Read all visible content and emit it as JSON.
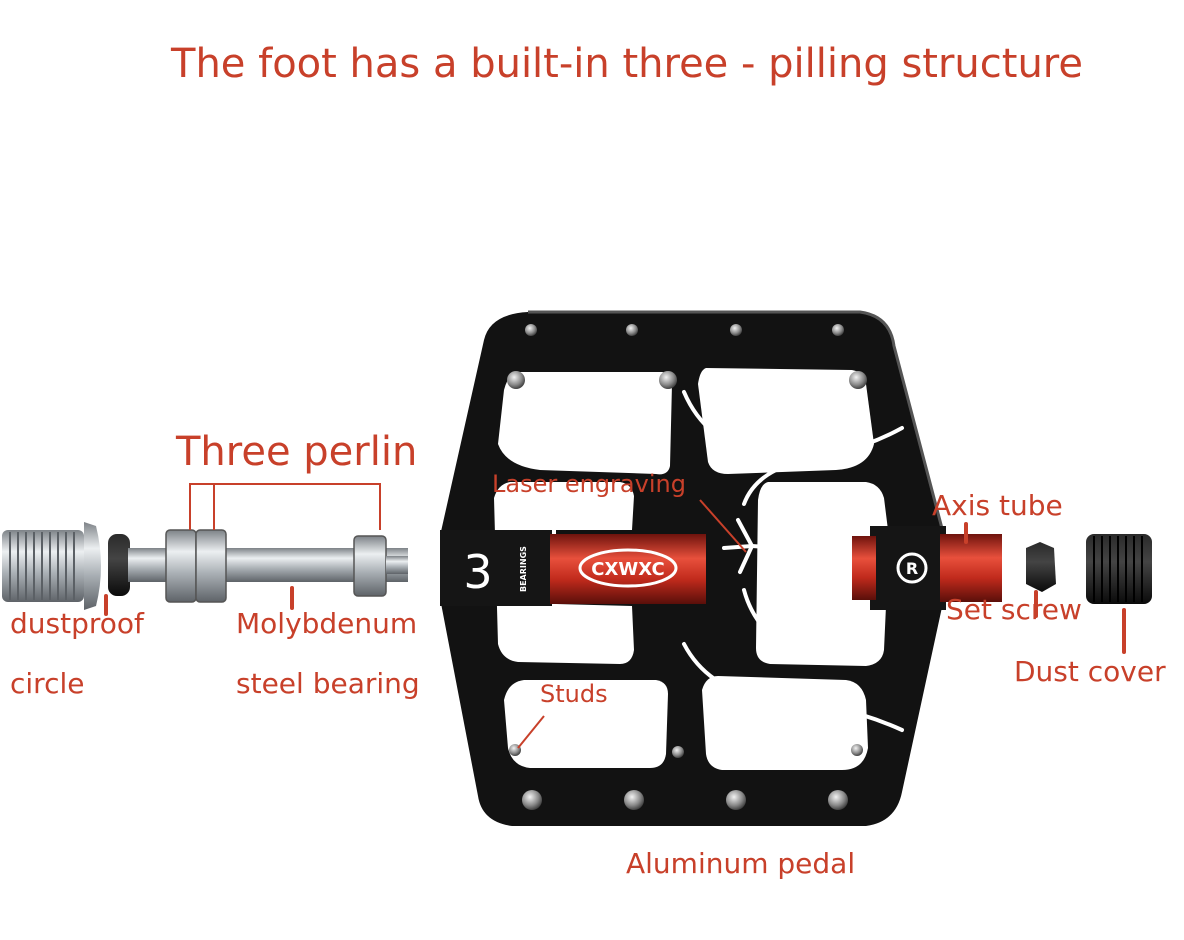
{
  "title": "The foot has a built-in three - pilling structure",
  "labels": {
    "three_perlin": "Three perlin",
    "laser_engraving": "Laser engraving",
    "axis_tube": "Axis tube",
    "set_screw": "Set screw",
    "dust_cover": "Dust cover",
    "dustproof_line1": "dustproof",
    "dustproof_line2": "circle",
    "molybdenum_line1": "Molybdenum",
    "molybdenum_line2": "steel bearing",
    "studs": "Studs",
    "aluminum_pedal": "Aluminum pedal"
  },
  "logo": {
    "brand": "CXWXC",
    "bearings_number": "3",
    "bearings_text": "BEARINGS",
    "registered": "R"
  },
  "colors": {
    "label": "#c8402a",
    "pedal_body": "#141414",
    "axle_red": "#c62a1f",
    "steel": "#b8bcc0"
  }
}
